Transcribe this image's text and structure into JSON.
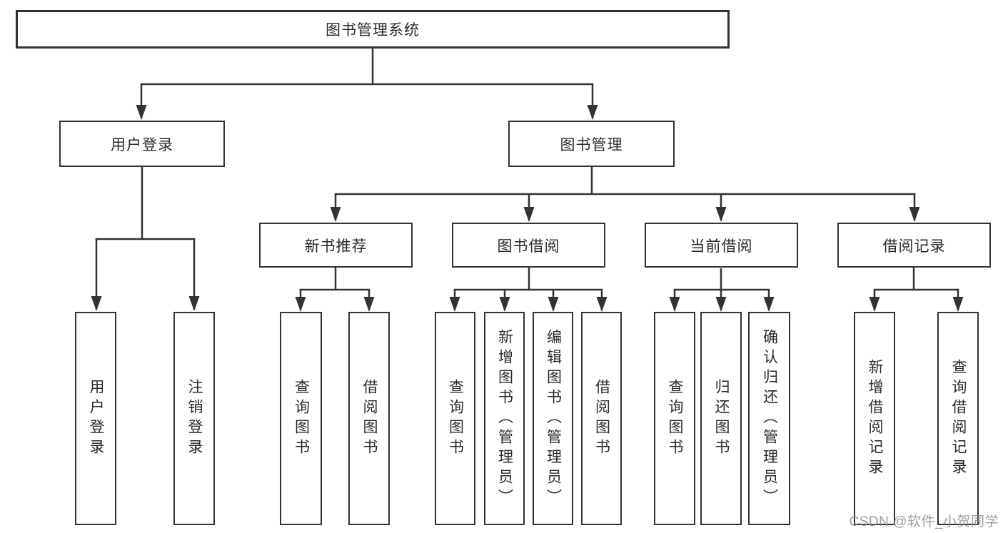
{
  "diagram": {
    "title": "图书管理系统",
    "type": "hierarchy-tree",
    "colors": {
      "line": "#333333",
      "box_border": "#333333",
      "text": "#2b2b2b",
      "background": "#ffffff",
      "watermark": "#8f8f8f"
    },
    "root": {
      "label": "图书管理系统"
    },
    "branches": [
      {
        "label": "用户登录",
        "children": [
          {
            "label": "用户登录"
          },
          {
            "label": "注销登录"
          }
        ]
      },
      {
        "label": "图书管理",
        "groups": [
          {
            "label": "新书推荐",
            "children": [
              {
                "label": "查询图书"
              },
              {
                "label": "借阅图书"
              }
            ]
          },
          {
            "label": "图书借阅",
            "children": [
              {
                "label": "查询图书"
              },
              {
                "label": "新增图书（管理员）"
              },
              {
                "label": "编辑图书（管理员）"
              },
              {
                "label": "借阅图书"
              }
            ]
          },
          {
            "label": "当前借阅",
            "children": [
              {
                "label": "查询图书"
              },
              {
                "label": "归还图书"
              },
              {
                "label": "确认归还（管理员）"
              }
            ]
          },
          {
            "label": "借阅记录",
            "children": [
              {
                "label": "新增借阅记录"
              },
              {
                "label": "查询借阅记录"
              }
            ]
          }
        ]
      }
    ],
    "watermark": "CSDN @软件_小贺同学"
  }
}
